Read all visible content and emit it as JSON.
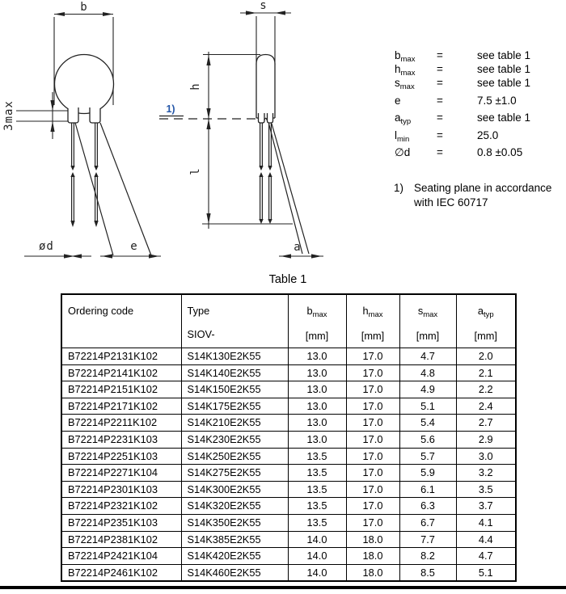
{
  "drawing": {
    "front_view": {
      "dim_b": "b",
      "dim_3max": "3max",
      "dim_d": "ød",
      "dim_e": "e"
    },
    "side_view": {
      "dim_s": "s",
      "dim_h": "h",
      "dim_l": "l",
      "dim_a": "a",
      "seating_ref": "1)"
    },
    "link_color": "#2456a8"
  },
  "legend": {
    "eq": "=",
    "rows": [
      {
        "sym": "b",
        "sub": "max",
        "val": "see table 1"
      },
      {
        "sym": "h",
        "sub": "max",
        "val": "see table 1"
      },
      {
        "sym": "s",
        "sub": "max",
        "val": "see table 1"
      },
      {
        "sym": "e",
        "sub": "",
        "val": "7.5 ±1.0"
      },
      {
        "sym": "a",
        "sub": "typ",
        "val": "see table 1"
      },
      {
        "sym": "l",
        "sub": "min",
        "val": "25.0"
      },
      {
        "sym": "∅d",
        "sub": "",
        "val": "0.8 ±0.05"
      }
    ]
  },
  "note": {
    "ref": "1)",
    "line1": "Seating plane in accordance",
    "line2": "with IEC 60717"
  },
  "table": {
    "title": "Table 1",
    "headers": {
      "col1": {
        "line1": "Ordering code",
        "line2": ""
      },
      "col2": {
        "line1": "Type",
        "line2": "SIOV-"
      },
      "col3": {
        "sym": "b",
        "sub": "max",
        "unit": "[mm]"
      },
      "col4": {
        "sym": "h",
        "sub": "max",
        "unit": "[mm]"
      },
      "col5": {
        "sym": "s",
        "sub": "max",
        "unit": "[mm]"
      },
      "col6": {
        "sym": "a",
        "sub": "typ",
        "unit": "[mm]"
      }
    },
    "rows": [
      [
        "B72214P2131K102",
        "S14K130E2K55",
        "13.0",
        "17.0",
        "4.7",
        "2.0"
      ],
      [
        "B72214P2141K102",
        "S14K140E2K55",
        "13.0",
        "17.0",
        "4.8",
        "2.1"
      ],
      [
        "B72214P2151K102",
        "S14K150E2K55",
        "13.0",
        "17.0",
        "4.9",
        "2.2"
      ],
      [
        "B72214P2171K102",
        "S14K175E2K55",
        "13.0",
        "17.0",
        "5.1",
        "2.4"
      ],
      [
        "B72214P2211K102",
        "S14K210E2K55",
        "13.0",
        "17.0",
        "5.4",
        "2.7"
      ],
      [
        "B72214P2231K103",
        "S14K230E2K55",
        "13.0",
        "17.0",
        "5.6",
        "2.9"
      ],
      [
        "B72214P2251K103",
        "S14K250E2K55",
        "13.5",
        "17.0",
        "5.7",
        "3.0"
      ],
      [
        "B72214P2271K104",
        "S14K275E2K55",
        "13.5",
        "17.0",
        "5.9",
        "3.2"
      ],
      [
        "B72214P2301K103",
        "S14K300E2K55",
        "13.5",
        "17.0",
        "6.1",
        "3.5"
      ],
      [
        "B72214P2321K102",
        "S14K320E2K55",
        "13.5",
        "17.0",
        "6.3",
        "3.7"
      ],
      [
        "B72214P2351K103",
        "S14K350E2K55",
        "13.5",
        "17.0",
        "6.7",
        "4.1"
      ],
      [
        "B72214P2381K102",
        "S14K385E2K55",
        "14.0",
        "18.0",
        "7.7",
        "4.4"
      ],
      [
        "B72214P2421K104",
        "S14K420E2K55",
        "14.0",
        "18.0",
        "8.2",
        "4.7"
      ],
      [
        "B72214P2461K102",
        "S14K460E2K55",
        "14.0",
        "18.0",
        "8.5",
        "5.1"
      ]
    ]
  }
}
